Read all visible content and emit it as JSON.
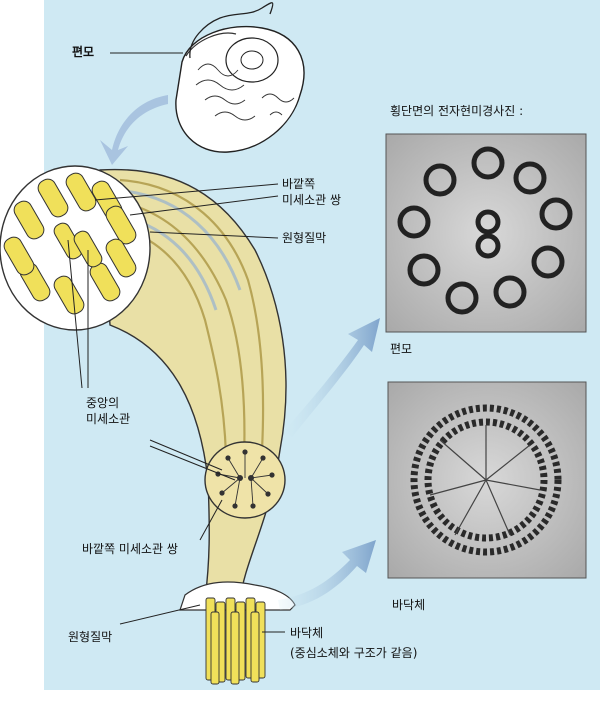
{
  "labels": {
    "flagellum_top": "편모",
    "outer_doublet_top_1": "바깥쪽",
    "outer_doublet_top_2": "미세소관 쌍",
    "plasma_membrane_top": "원형질막",
    "central_1": "중앙의",
    "central_2": "미세소관",
    "outer_doublet_bottom": "바깥쪽 미세소관 쌍",
    "plasma_membrane_bottom": "원형질막",
    "basal_body": "바닥체",
    "basal_body_note": "(중심소체와 구조가 같음)",
    "em_title": "횡단면의 전자현미경사진 :",
    "em_flagellum": "편모",
    "em_basal_body": "바닥체"
  },
  "colors": {
    "background": "#cfe9f3",
    "tubule": "#efe05a",
    "arrow": "#86a9cf"
  }
}
